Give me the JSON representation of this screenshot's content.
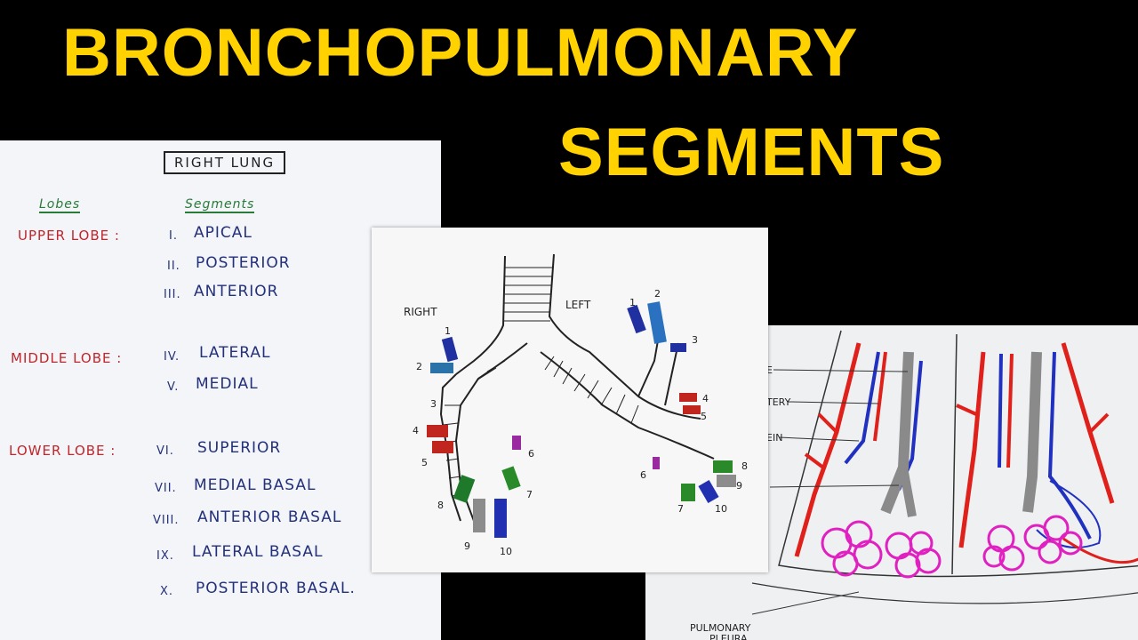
{
  "title": {
    "line1": "BRONCHOPULMONARY",
    "line2": "SEGMENTS"
  },
  "notes": {
    "heading": "RIGHT LUNG",
    "col_lobes": "Lobes",
    "col_segments": "Segments",
    "upper_lobe": "UPPER LOBE :",
    "middle_lobe": "MIDDLE LOBE :",
    "lower_lobe": "LOWER LOBE :",
    "segments": [
      {
        "num": "I.",
        "name": "APICAL"
      },
      {
        "num": "II.",
        "name": "POSTERIOR"
      },
      {
        "num": "III.",
        "name": "ANTERIOR"
      },
      {
        "num": "IV.",
        "name": "LATERAL"
      },
      {
        "num": "V.",
        "name": "MEDIAL"
      },
      {
        "num": "VI.",
        "name": "SUPERIOR"
      },
      {
        "num": "VII.",
        "name": "MEDIAL BASAL"
      },
      {
        "num": "VIII.",
        "name": "ANTERIOR BASAL"
      },
      {
        "num": "IX.",
        "name": "LATERAL BASAL"
      },
      {
        "num": "X.",
        "name": "POSTERIOR BASAL."
      }
    ]
  },
  "bronchi": {
    "right_label": "RIGHT",
    "left_label": "LEFT",
    "right_numbers": [
      "1",
      "2",
      "3",
      "4",
      "5",
      "6",
      "7",
      "8",
      "9",
      "10"
    ],
    "left_numbers": [
      "1",
      "2",
      "3",
      "4",
      "5",
      "6",
      "7",
      "8",
      "9",
      "10"
    ]
  },
  "alveoli": {
    "labels": [
      "E",
      "TERY",
      "EIN"
    ],
    "pleura_label": "PULMONARY",
    "pleura_label2": "PLEURA"
  },
  "colors": {
    "title": "#FFD200",
    "background": "#000000",
    "artery": "#E0201A",
    "vein": "#2030C0",
    "bronchiole": "#8A8A8A",
    "alveolus": "#E020C0"
  }
}
